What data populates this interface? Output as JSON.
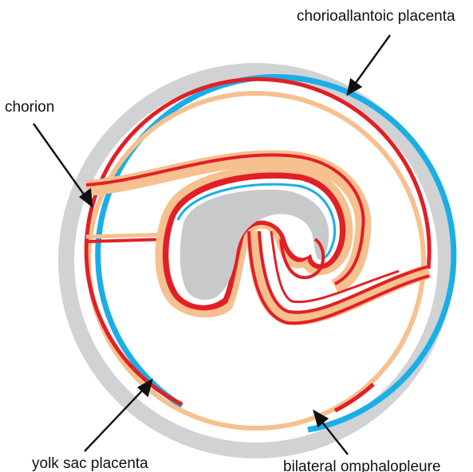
{
  "labels": {
    "chorioallantoic_placenta": "chorioallantoic placenta",
    "chorion": "chorion",
    "yolk_sac_placenta": "yolk sac placenta",
    "bilateral_omphalopleure": "bilateral omphalopleure"
  },
  "colors": {
    "outer_uterus": "#d1d2d4",
    "trophoblast_blue": "#1aaee6",
    "vessel_red": "#e21f26",
    "endoderm_tan": "#f6c08f",
    "embryo_gray": "#c8c9cb",
    "label_text": "#111111",
    "background": "#ffffff"
  }
}
